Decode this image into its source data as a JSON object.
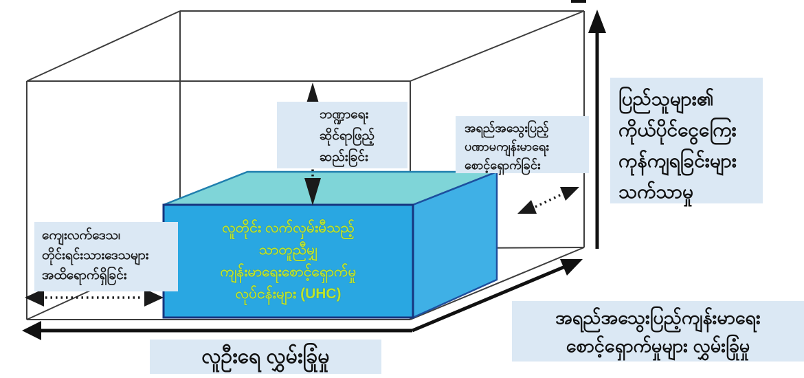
{
  "diagram": {
    "type": "3d-cube-diagram",
    "subject": "universal-health-coverage-cube",
    "labels": {
      "financial": {
        "lines": [
          "ဘဏ္ဍာရေး",
          "ဆိုင်ရာဖြည့်",
          "ဆည်းခြင်း"
        ]
      },
      "primary_care": {
        "lines": [
          "အရည်အသွေးပြည့်",
          "ပဏာမကျန်းမာရေး",
          "စောင့်ရှောက်ခြင်း"
        ]
      },
      "out_of_pocket": {
        "lines": [
          "ပြည်သူများ၏",
          "ကိုယ်ပိုင်ငွေကြေး",
          "ကုန်ကျရခြင်းများ",
          "သက်သာမှု"
        ]
      },
      "reach": {
        "lines": [
          "ကျေးလက်ဒေသ၊",
          "တိုင်းရင်းသားဒေသများ",
          "အထိရောက်ရှိခြင်း"
        ]
      },
      "uhc_box": {
        "lines": [
          "လူတိုင်း လက်လှမ်းမီသည့်",
          "သာတူညီမျှ",
          "ကျန်းမာရေးစောင့်ရှောက်မှု",
          "လုပ်ငန်းများ (UHC)"
        ]
      },
      "population_axis": {
        "lines": [
          "လူဦးရေ လွှမ်းခြုံမှု"
        ]
      },
      "services_axis": {
        "lines": [
          "အရည်အသွေးပြည့်ကျန်းမာရေး",
          "စောင့်ရှောက်မှုများ လွှမ်းခြုံမှု"
        ]
      }
    },
    "colors": {
      "box_front": "#29a7e2",
      "box_top": "#7fd5d8",
      "box_right": "#3fb0e6",
      "box_border": "#16357f",
      "box_text": "#bce32e",
      "label_background": "#dbe8f4",
      "wireframe_line": "#3d3d3d",
      "arrow": "#111111",
      "label_text": "#1b1b1b"
    }
  }
}
